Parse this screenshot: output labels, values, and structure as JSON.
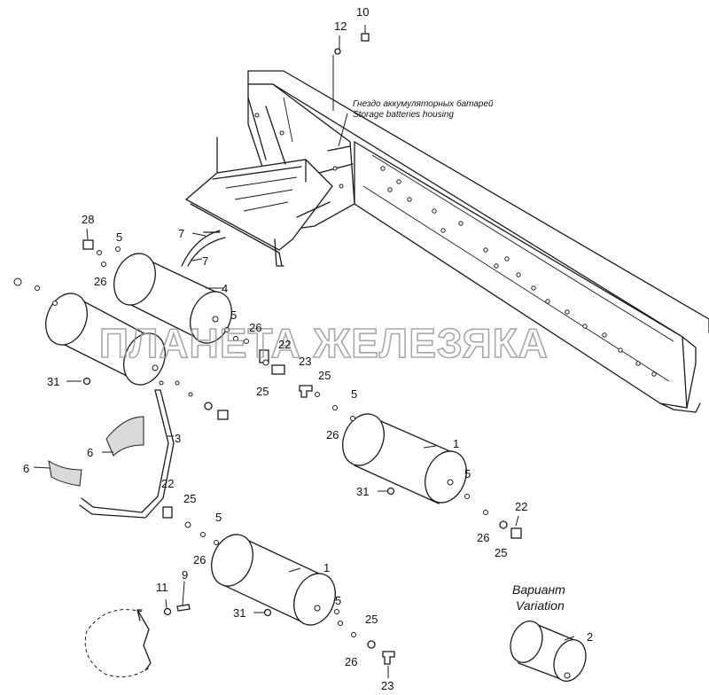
{
  "annotation": {
    "line1": "Гнездо аккумуляторных батарей",
    "line2": "Storage batteries housing"
  },
  "variant": {
    "line1": "Вариант",
    "line2": "Variation"
  },
  "watermark": "ПЛАНЕТА ЖЕЛЕЗЯКА",
  "callouts": {
    "c10": "10",
    "c12": "12",
    "c28": "28",
    "c5a": "5",
    "c26a": "26",
    "c7a": "7",
    "c7b": "7",
    "c4": "4",
    "c5b": "5",
    "c26b": "26",
    "c22a": "22",
    "c23a": "23",
    "c25a": "25",
    "c25b": "25",
    "c31a": "31",
    "c3": "3",
    "c6a": "6",
    "c6b": "6",
    "c5c": "5",
    "c26c": "26",
    "c1a": "1",
    "c31b": "31",
    "c5d": "5",
    "c22b": "22",
    "c26d": "26",
    "c25c": "25",
    "c22c": "22",
    "c25d": "25",
    "c5e": "5",
    "c26e": "26",
    "c1b": "1",
    "c11": "11",
    "c9": "9",
    "c31c": "31",
    "c5f": "5",
    "c25e": "25",
    "c26f": "26",
    "c23b": "23",
    "c2": "2"
  }
}
